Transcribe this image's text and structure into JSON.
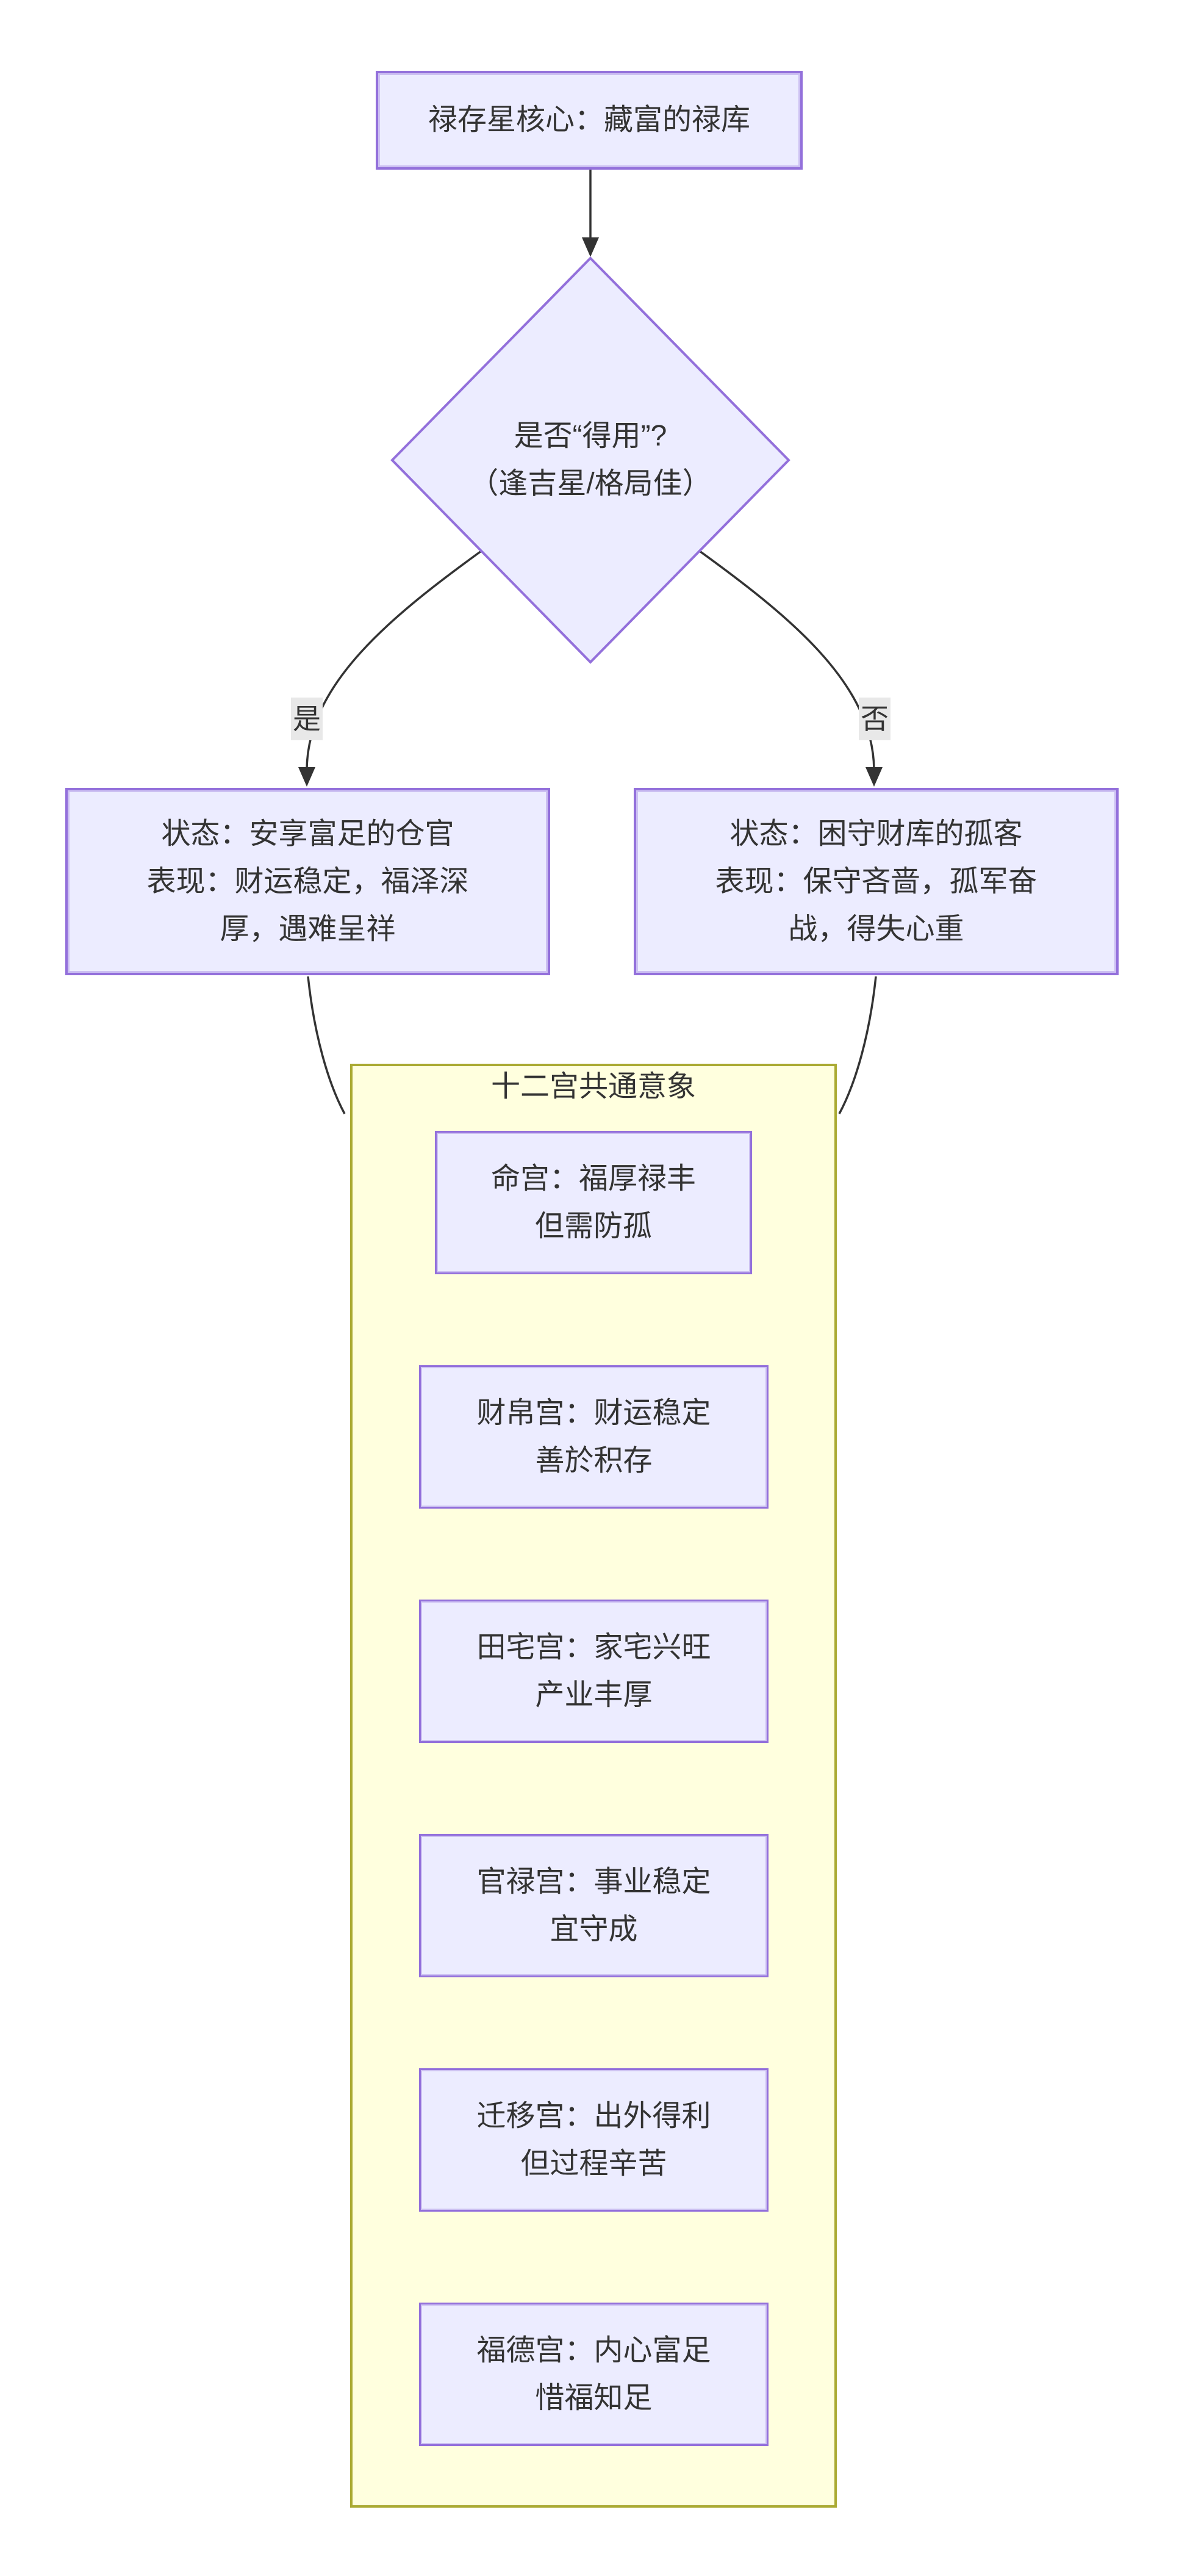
{
  "figure": {
    "root_label": "禄存星核心：藏富的禄库",
    "decision": {
      "lines": [
        "是否“得用”?",
        "（逢吉星/格局佳）"
      ]
    },
    "yes_label": "是",
    "no_label": "否",
    "good": {
      "lines": [
        "状态：安享富足的仓官",
        "表现：财运稳定，福泽深",
        "厚，遇难呈祥"
      ]
    },
    "bad": {
      "lines": [
        "状态：困守财库的孤客",
        "表现：保守吝啬，孤军奋",
        "战，得失心重"
      ]
    },
    "cluster": {
      "title": "十二宫共通意象",
      "palaces": [
        {
          "lines": [
            "命宫：福厚禄丰",
            "但需防孤"
          ]
        },
        {
          "lines": [
            "财帛宫：财运稳定",
            "善於积存"
          ]
        },
        {
          "lines": [
            "田宅宫：家宅兴旺",
            "产业丰厚"
          ]
        },
        {
          "lines": [
            "官禄宫：事业稳定",
            "宜守成"
          ]
        },
        {
          "lines": [
            "迁移宫：出外得利",
            "但过程辛苦"
          ]
        },
        {
          "lines": [
            "福德宫：内心富足",
            "惜福知足"
          ]
        }
      ]
    },
    "colors": {
      "node_fill": "#ECECFF",
      "node_border": "#9370DB",
      "cluster_fill": "#FFFFDE",
      "cluster_border": "#AAAA33",
      "edge_stroke": "#333333",
      "text": "#333333",
      "edge_label_bg": "#E8E8E8"
    }
  }
}
